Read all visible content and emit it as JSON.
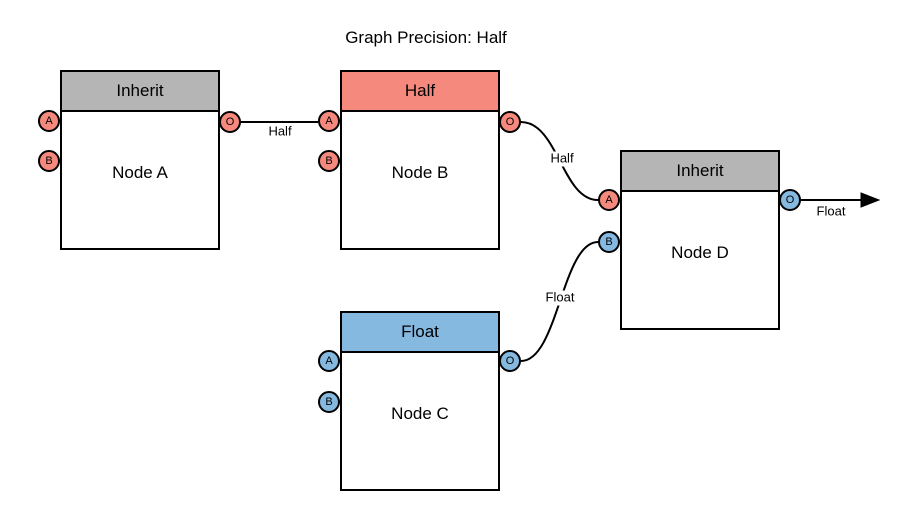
{
  "title": "Graph Precision: Half",
  "colors": {
    "background": "#FFFFFF",
    "stroke": "#000000",
    "gray_header": "#B5B5B5",
    "red_accent": "#F6897D",
    "blue_accent": "#85B9E0"
  },
  "nodes": [
    {
      "name": "Node A",
      "header": "Inherit",
      "header_color": "#B5B5B5",
      "ports": [
        {
          "label": "A",
          "color": "#F6897D"
        },
        {
          "label": "B",
          "color": "#F6897D"
        },
        {
          "label": "O",
          "color": "#F6897D"
        }
      ]
    },
    {
      "name": "Node B",
      "header": "Half",
      "header_color": "#F6897D",
      "ports": [
        {
          "label": "A",
          "color": "#F6897D"
        },
        {
          "label": "B",
          "color": "#F6897D"
        },
        {
          "label": "O",
          "color": "#F6897D"
        }
      ]
    },
    {
      "name": "Node C",
      "header": "Float",
      "header_color": "#85B9E0",
      "ports": [
        {
          "label": "A",
          "color": "#85B9E0"
        },
        {
          "label": "B",
          "color": "#85B9E0"
        },
        {
          "label": "O",
          "color": "#85B9E0"
        }
      ]
    },
    {
      "name": "Node D",
      "header": "Inherit",
      "header_color": "#B5B5B5",
      "ports": [
        {
          "label": "A",
          "color": "#F6897D"
        },
        {
          "label": "B",
          "color": "#85B9E0"
        },
        {
          "label": "O",
          "color": "#85B9E0"
        }
      ]
    }
  ],
  "edges": [
    {
      "from": "Node A port O",
      "to": "Node B port A",
      "label": "Half"
    },
    {
      "from": "Node B port O",
      "to": "Node D port A",
      "label": "Half"
    },
    {
      "from": "Node C port O",
      "to": "Node D port B",
      "label": "Float"
    },
    {
      "from": "Node D port O",
      "to": "graph output",
      "label": "Float"
    }
  ]
}
